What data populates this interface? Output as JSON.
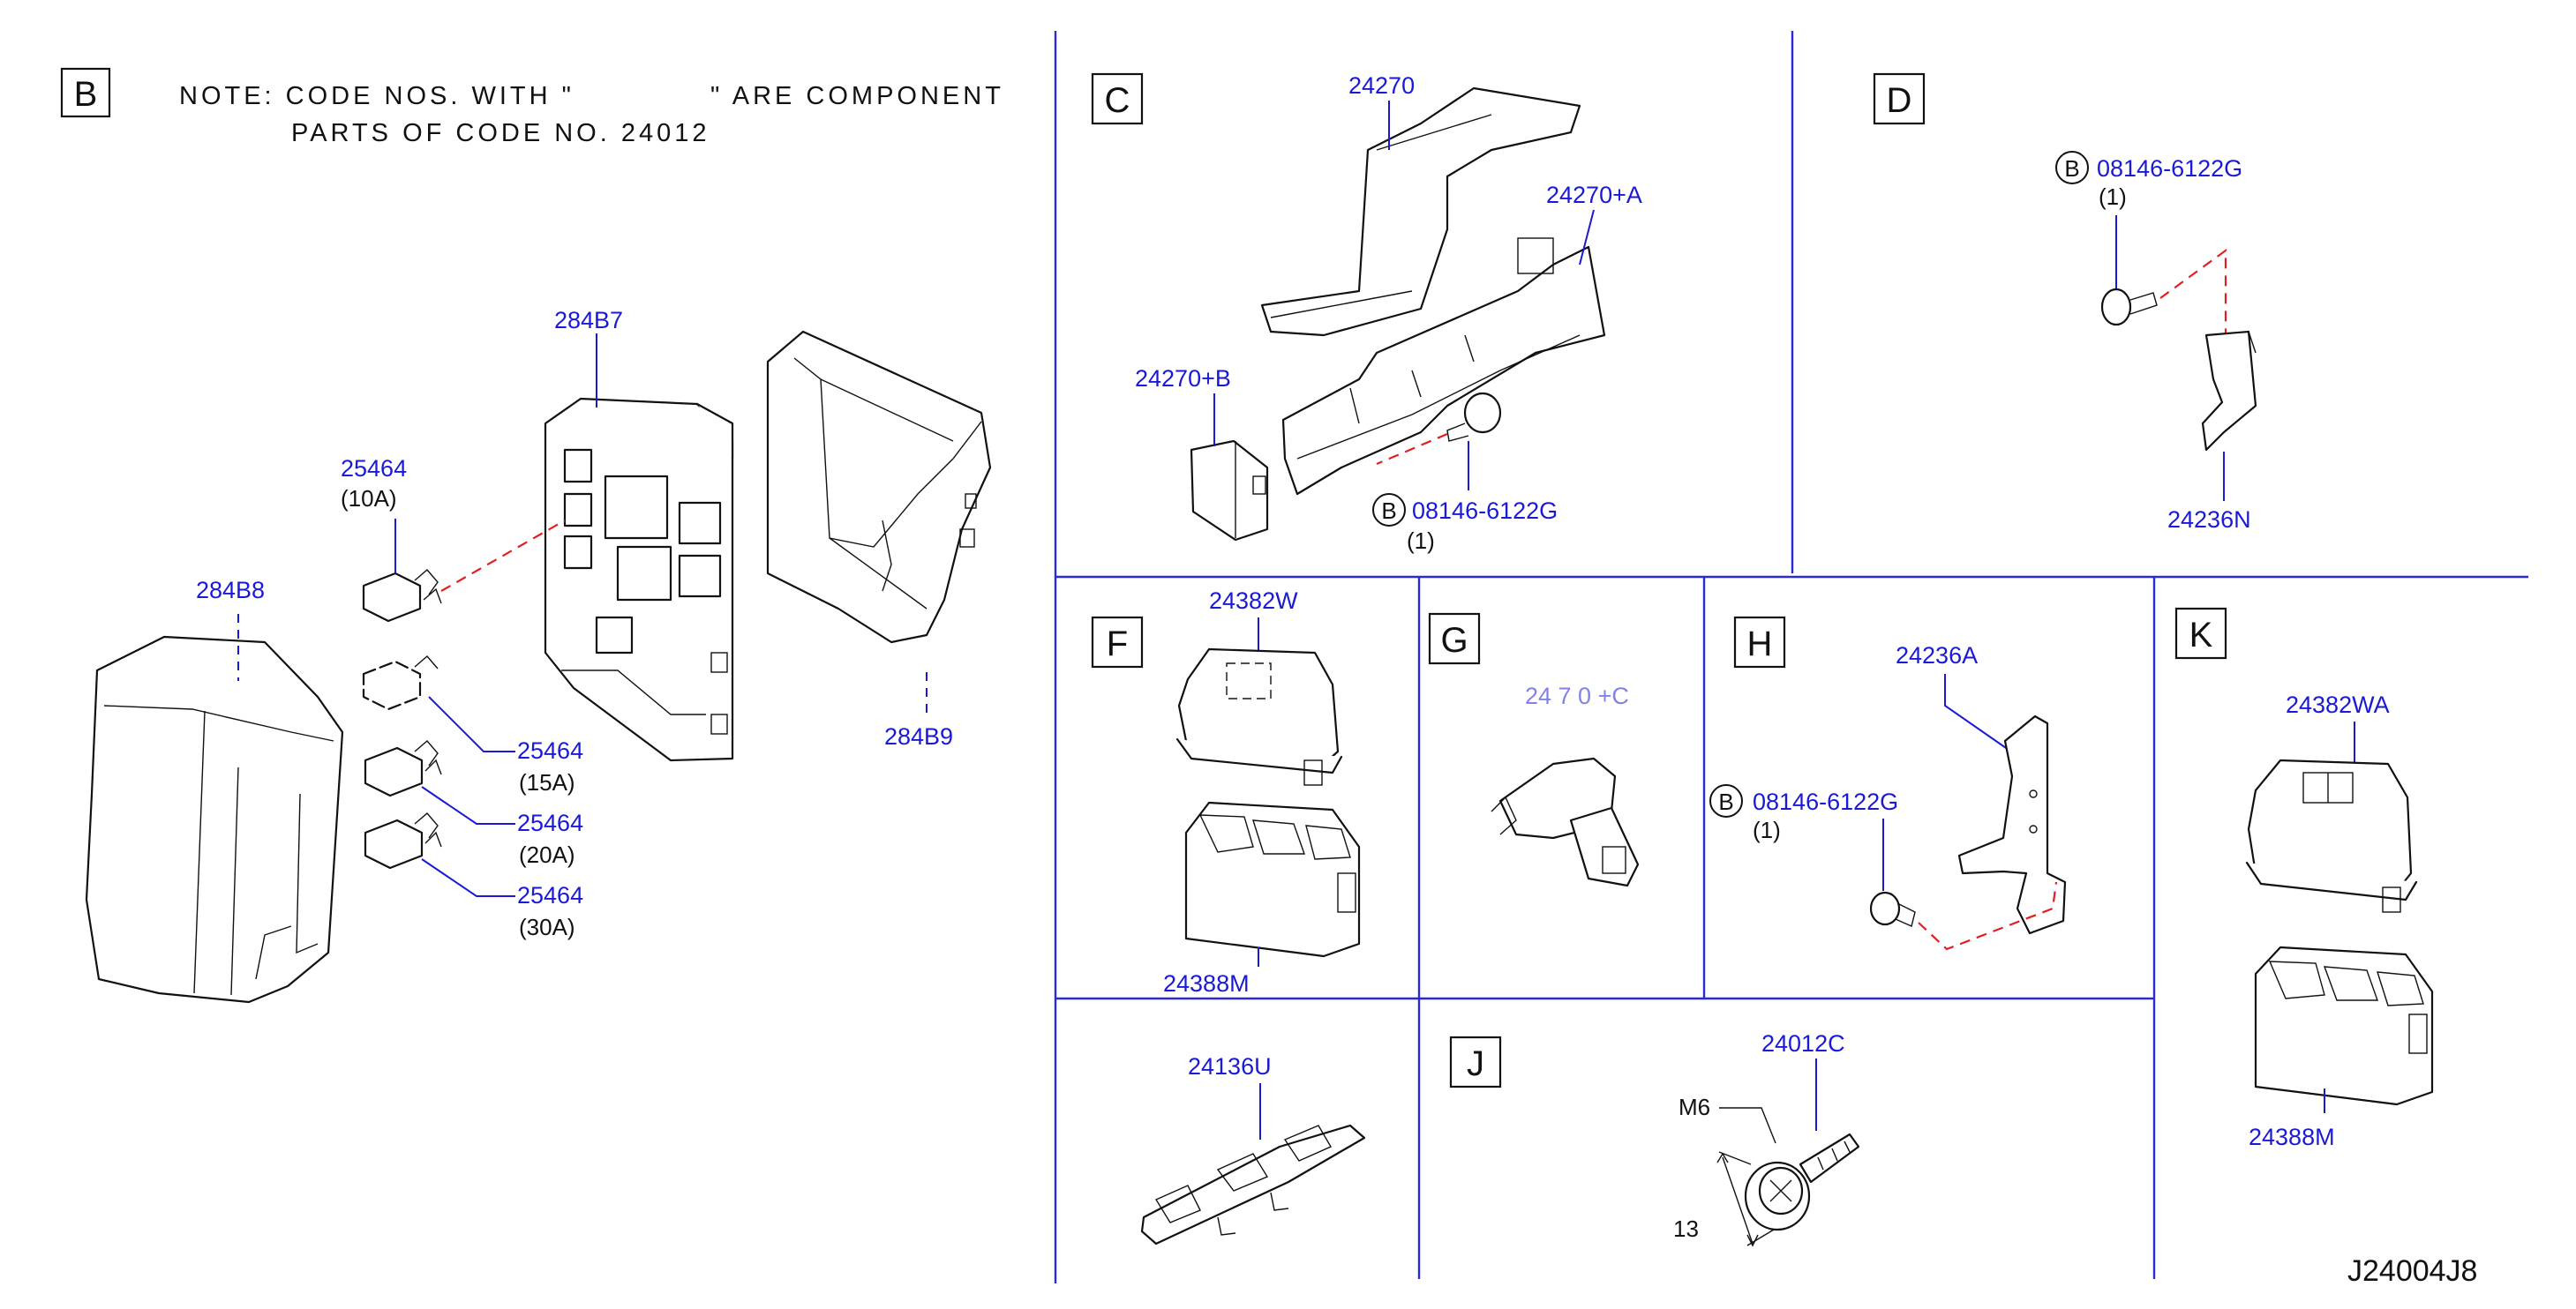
{
  "note": {
    "line1_prefix": "NOTE: CODE NOS. WITH \"",
    "line1_suffix": "\" ARE COMPONENT",
    "line2": "PARTS OF CODE NO. 24012"
  },
  "diagram_code": "J24004J8",
  "bolt_symbol": "B",
  "sections": {
    "B": {
      "label": "B",
      "parts": {
        "p284B7": "284B7",
        "p284B8": "284B8",
        "p284B9": "284B9",
        "fuse10": {
          "code": "25464",
          "rating": "(10A)"
        },
        "fuse15": {
          "code": "25464",
          "rating": "(15A)"
        },
        "fuse20": {
          "code": "25464",
          "rating": "(20A)"
        },
        "fuse30": {
          "code": "25464",
          "rating": "(30A)"
        }
      }
    },
    "C": {
      "label": "C",
      "parts": {
        "p24270": "24270",
        "p24270A": "24270+A",
        "p24270B": "24270+B",
        "bolt": {
          "code": "08146-6122G",
          "qty": "(1)"
        }
      }
    },
    "D": {
      "label": "D",
      "parts": {
        "bolt": {
          "code": "08146-6122G",
          "qty": "(1)"
        },
        "p24236N": "24236N"
      }
    },
    "F": {
      "label": "F",
      "parts": {
        "p24382W": "24382W",
        "p24388M": "24388M"
      }
    },
    "G": {
      "label": "G",
      "parts": {
        "partial": "24 7 0 +C"
      }
    },
    "H": {
      "label": "H",
      "parts": {
        "partial": "24236A",
        "bolt": {
          "code": "08146-6122G",
          "qty": "(1)"
        }
      }
    },
    "K": {
      "label": "K",
      "parts": {
        "p24382WA": "24382WA",
        "p24388M": "24388M"
      }
    },
    "I": {
      "parts": {
        "p24136U": "24136U"
      }
    },
    "J": {
      "label": "J",
      "parts": {
        "p24012C": "24012C",
        "thread": "M6",
        "size": "13"
      }
    }
  },
  "colors": {
    "part_numbers": "#1a1ad6",
    "grid_lines": "#2a2ad8",
    "leaders_red": "#e02020",
    "ink": "#111111"
  }
}
